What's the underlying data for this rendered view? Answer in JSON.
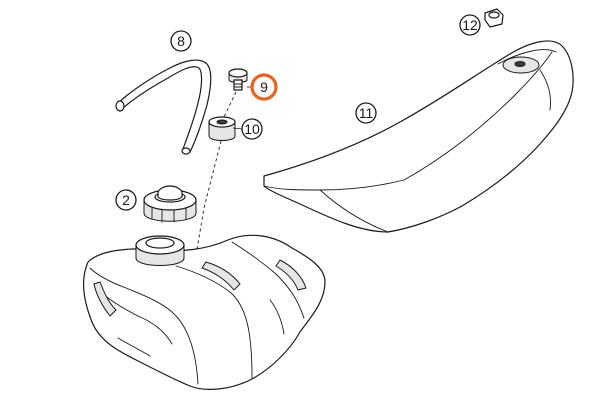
{
  "callouts": {
    "hose": "8",
    "vent_valve": "9",
    "rubber_grommet": "10",
    "seat": "11",
    "seat_nut": "12",
    "filler_cap": "2"
  },
  "colors": {
    "highlight": "#e8631c",
    "line": "#1a1a1a",
    "background": "#ffffff"
  },
  "highlighted_callout": "9"
}
